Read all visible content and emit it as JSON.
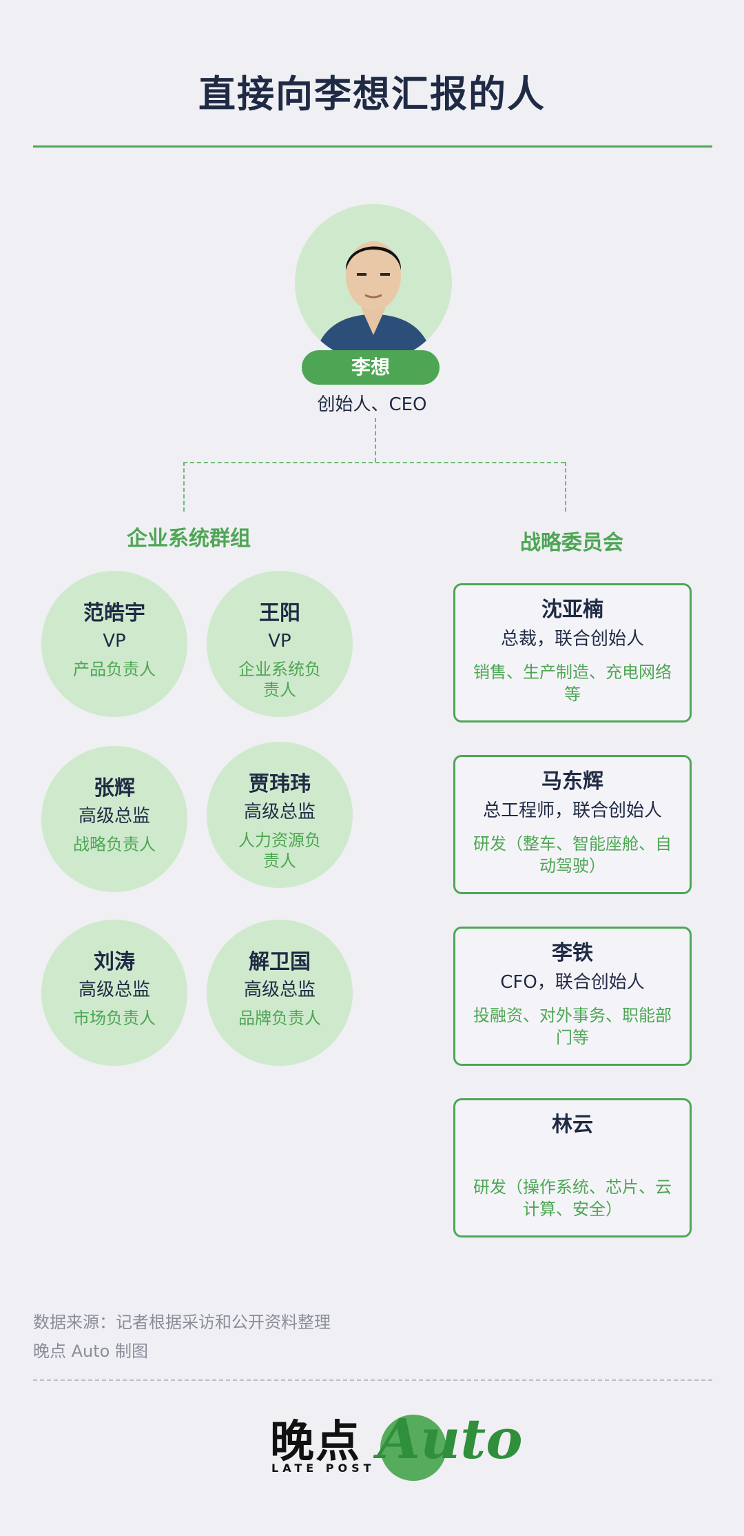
{
  "title": "直接向李想汇报的人",
  "ceo": {
    "name": "李想",
    "role": "创始人、CEO"
  },
  "groups": {
    "left_label": "企业系统群组",
    "right_label": "战略委员会"
  },
  "enterprise_members": [
    {
      "name": "范皓宇",
      "title": "VP",
      "resp": "产品负责人"
    },
    {
      "name": "王阳",
      "title": "VP",
      "resp": "企业系统负责人"
    },
    {
      "name": "张辉",
      "title": "高级总监",
      "resp": "战略负责人"
    },
    {
      "name": "贾玮玮",
      "title": "高级总监",
      "resp": "人力资源负责人"
    },
    {
      "name": "刘涛",
      "title": "高级总监",
      "resp": "市场负责人"
    },
    {
      "name": "解卫国",
      "title": "高级总监",
      "resp": "品牌负责人"
    }
  ],
  "strategy_members": [
    {
      "name": "沈亚楠",
      "title": "总裁，联合创始人",
      "resp": "销售、生产制造、充电网络等"
    },
    {
      "name": "马东辉",
      "title": "总工程师，联合创始人",
      "resp": "研发（整车、智能座舱、自动驾驶）"
    },
    {
      "name": "李铁",
      "title": "CFO，联合创始人",
      "resp": "投融资、对外事务、职能部门等"
    },
    {
      "name": "林云",
      "title": "",
      "resp": "研发（操作系统、芯片、云计算、安全）"
    }
  ],
  "footer": {
    "source": "数据来源：记者根据采访和公开资料整理",
    "credit": "晚点 Auto 制图",
    "logo_cn": "晚点",
    "logo_en": "LATE POST",
    "logo_auto": "Auto"
  },
  "colors": {
    "accent": "#4ea654",
    "circle_fill": "#cfe9cd",
    "text_dark": "#1f2a44",
    "background": "#efeff4"
  }
}
